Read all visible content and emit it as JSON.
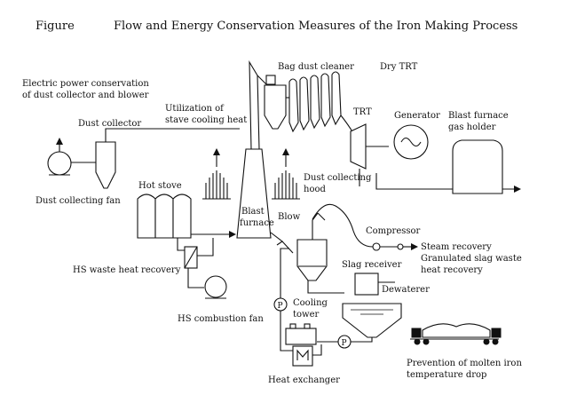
{
  "header": {
    "figure_label": "Figure",
    "title": "Flow and Energy Conservation Measures of the Iron Making Process"
  },
  "labels": {
    "electric_power_line1": "Electric power conservation",
    "electric_power_line2": "of dust collector and blower",
    "dust_collector": "Dust collector",
    "utilization_line1": "Utilization of",
    "utilization_line2": "stave cooling heat",
    "bag_dust_cleaner": "Bag dust cleaner",
    "dry_trt": "Dry TRT",
    "trt": "TRT",
    "generator": "Generator",
    "bf_gas_holder_line1": "Blast furnace",
    "bf_gas_holder_line2": "gas holder",
    "dust_collecting_fan": "Dust collecting fan",
    "hot_stove": "Hot stove",
    "dust_hood_line1": "Dust collecting",
    "dust_hood_line2": "hood",
    "blast_furnace_line1": "Blast",
    "blast_furnace_line2": "furnace",
    "blow": "Blow",
    "compressor": "Compressor",
    "steam_recovery": "Steam recovery",
    "granulated_line1": "Granulated slag waste",
    "granulated_line2": "heat recovery",
    "hs_waste_heat": "HS waste heat recovery",
    "slag_receiver": "Slag receiver",
    "dewaterer": "Dewaterer",
    "hs_combustion_fan": "HS combustion fan",
    "cooling_line1": "Cooling",
    "cooling_line2": "tower",
    "pump_symbol": "P",
    "prevention_line1": "Prevention of molten iron",
    "prevention_line2": "temperature drop",
    "heat_exchanger": "Heat exchanger"
  }
}
